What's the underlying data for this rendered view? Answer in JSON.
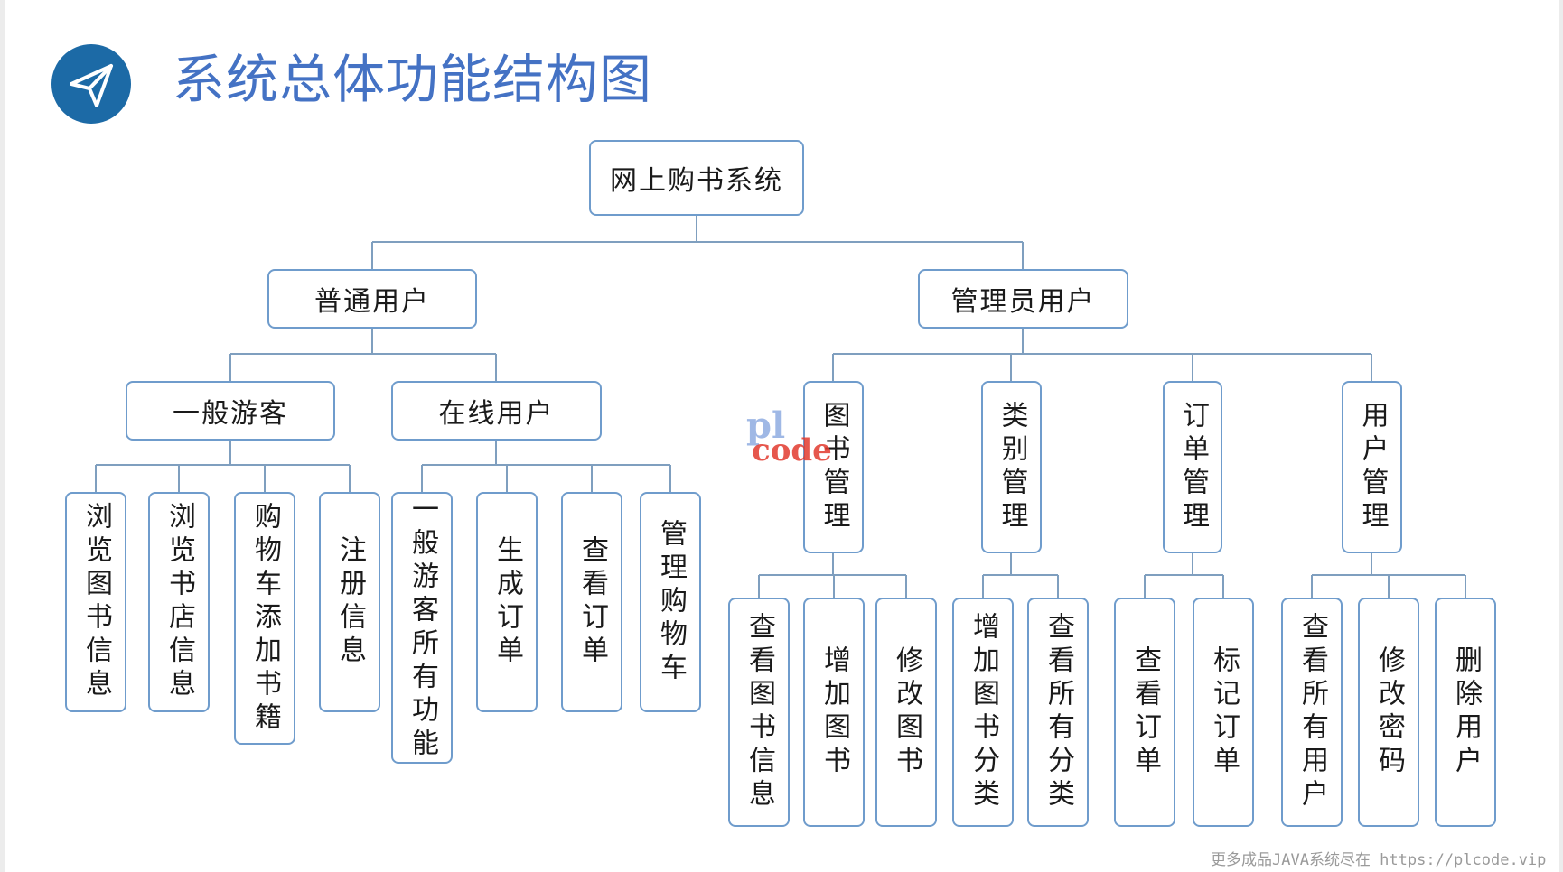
{
  "title": "系统总体功能结构图",
  "logo_icon": "paper-plane-icon",
  "colors": {
    "title": "#4472c4",
    "node_border": "#6f9ccc",
    "connector": "#7f9fbf",
    "logo_bg": "#1c6aa6"
  },
  "tree": {
    "root": "网上购书系统",
    "user_branch": {
      "label": "普通用户",
      "guest": {
        "label": "一般游客",
        "children": [
          "浏览图书信息",
          "浏览书店信息",
          "购物车添加书籍",
          "注册信息"
        ]
      },
      "online": {
        "label": "在线用户",
        "children": [
          "一般游客所有功能",
          "生成订单",
          "查看订单",
          "管理购物车"
        ]
      }
    },
    "admin_branch": {
      "label": "管理员用户",
      "book": {
        "label": "图书管理",
        "children": [
          "查看图书信息",
          "增加图书",
          "修改图书"
        ]
      },
      "category": {
        "label": "类别管理",
        "children": [
          "增加图书分类",
          "查看所有分类"
        ]
      },
      "order": {
        "label": "订单管理",
        "children": [
          "查看订单",
          "标记订单"
        ]
      },
      "user": {
        "label": "用户管理",
        "children": [
          "查看所有用户",
          "修改密码",
          "删除用户"
        ]
      }
    }
  },
  "watermark": {
    "top": "pl",
    "bottom": "code"
  },
  "footer": "更多成品JAVA系统尽在 https://plcode.vip"
}
